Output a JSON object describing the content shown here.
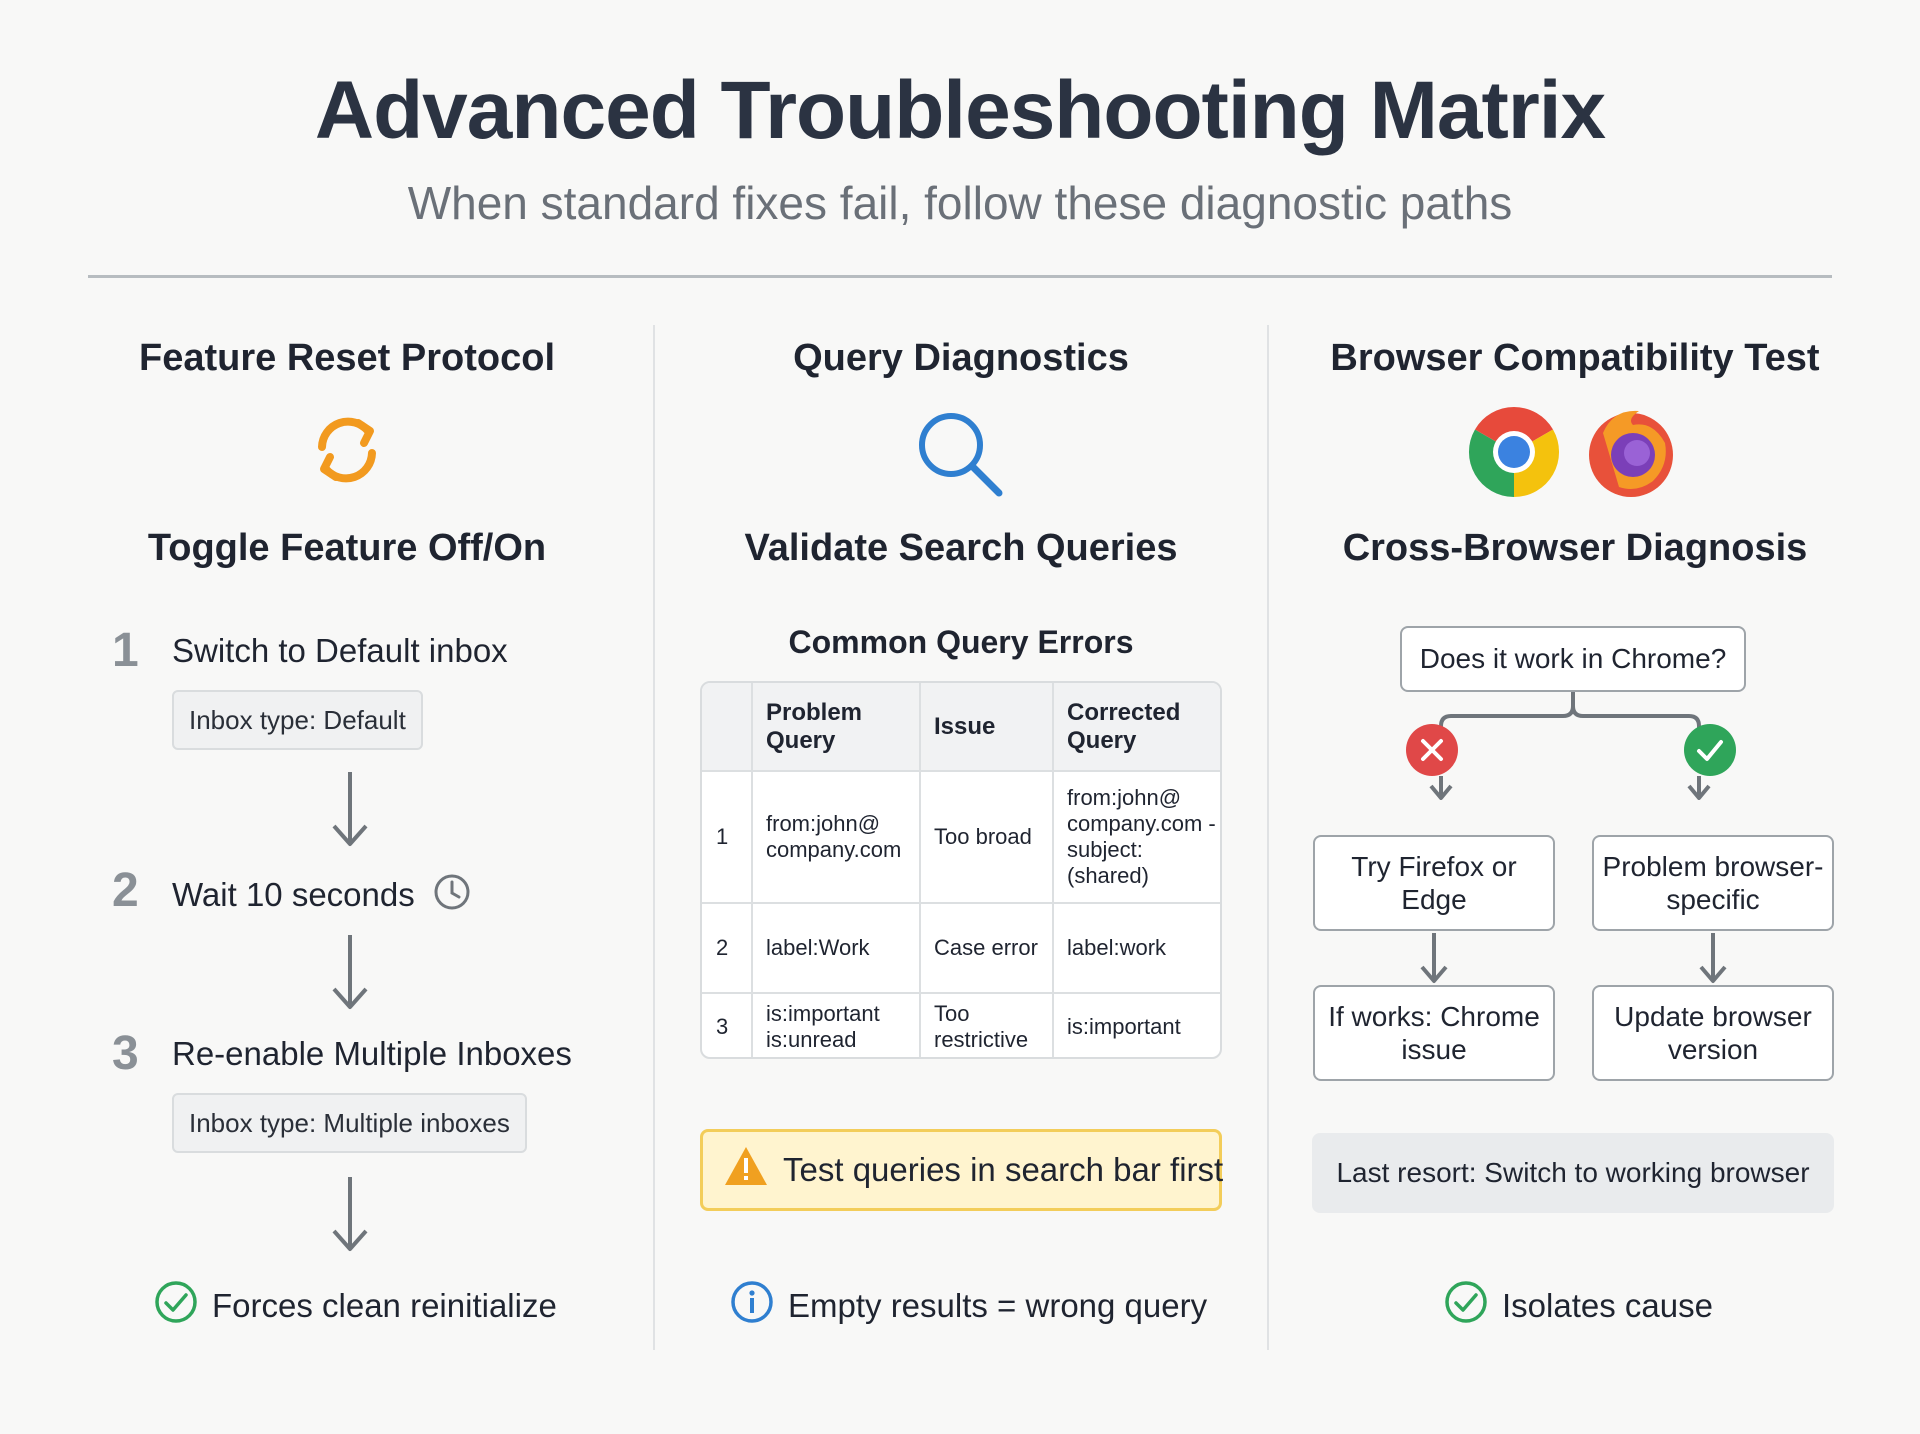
{
  "header": {
    "title": "Advanced Troubleshooting Matrix",
    "subtitle": "When standard fixes fail, follow these diagnostic paths"
  },
  "columns": {
    "reset": {
      "title": "Feature Reset Protocol",
      "icon": "refresh-icon",
      "subtitle": "Toggle Feature Off/On",
      "steps": [
        {
          "number": "1",
          "label": "Switch to Default inbox",
          "chip": "Inbox type: Default"
        },
        {
          "number": "2",
          "label": "Wait 10 seconds"
        },
        {
          "number": "3",
          "label": "Re-enable Multiple Inboxes",
          "chip": "Inbox type: Multiple inboxes"
        }
      ],
      "result": "Forces clean reinitialize"
    },
    "query": {
      "title": "Query Diagnostics",
      "icon": "search-icon",
      "subtitle": "Validate Search Queries",
      "table_caption": "Common Query Errors",
      "table": {
        "headers": [
          "",
          "Problem Query",
          "Issue",
          "Corrected Query"
        ],
        "rows": [
          [
            "1",
            "from:john@ company.com",
            "Too broad",
            "from:john@ company.com -subject: (shared)"
          ],
          [
            "2",
            "label:Work",
            "Case error",
            "label:work"
          ],
          [
            "3",
            "is:important is:unread",
            "Too restrictive",
            "is:important"
          ]
        ]
      },
      "warning": "Test queries in search bar first",
      "note": "Empty results = wrong query"
    },
    "browser": {
      "title": "Browser Compatibility Test",
      "icons": [
        "chrome-icon",
        "firefox-icon"
      ],
      "subtitle": "Cross-Browser Diagnosis",
      "question": "Does it work in Chrome?",
      "no_branch": {
        "step1": "Try Firefox or Edge",
        "step2": "If works: Chrome issue"
      },
      "yes_branch": {
        "step1": "Problem browser-specific",
        "step2": "Update browser version"
      },
      "last_resort": "Last resort: Switch to working browser",
      "result": "Isolates cause"
    }
  },
  "colors": {
    "accent_orange": "#f29a1f",
    "accent_blue": "#2f7fd0",
    "success_green": "#2fa55a",
    "error_red": "#e04848",
    "warning_bg": "#fff4cf"
  }
}
